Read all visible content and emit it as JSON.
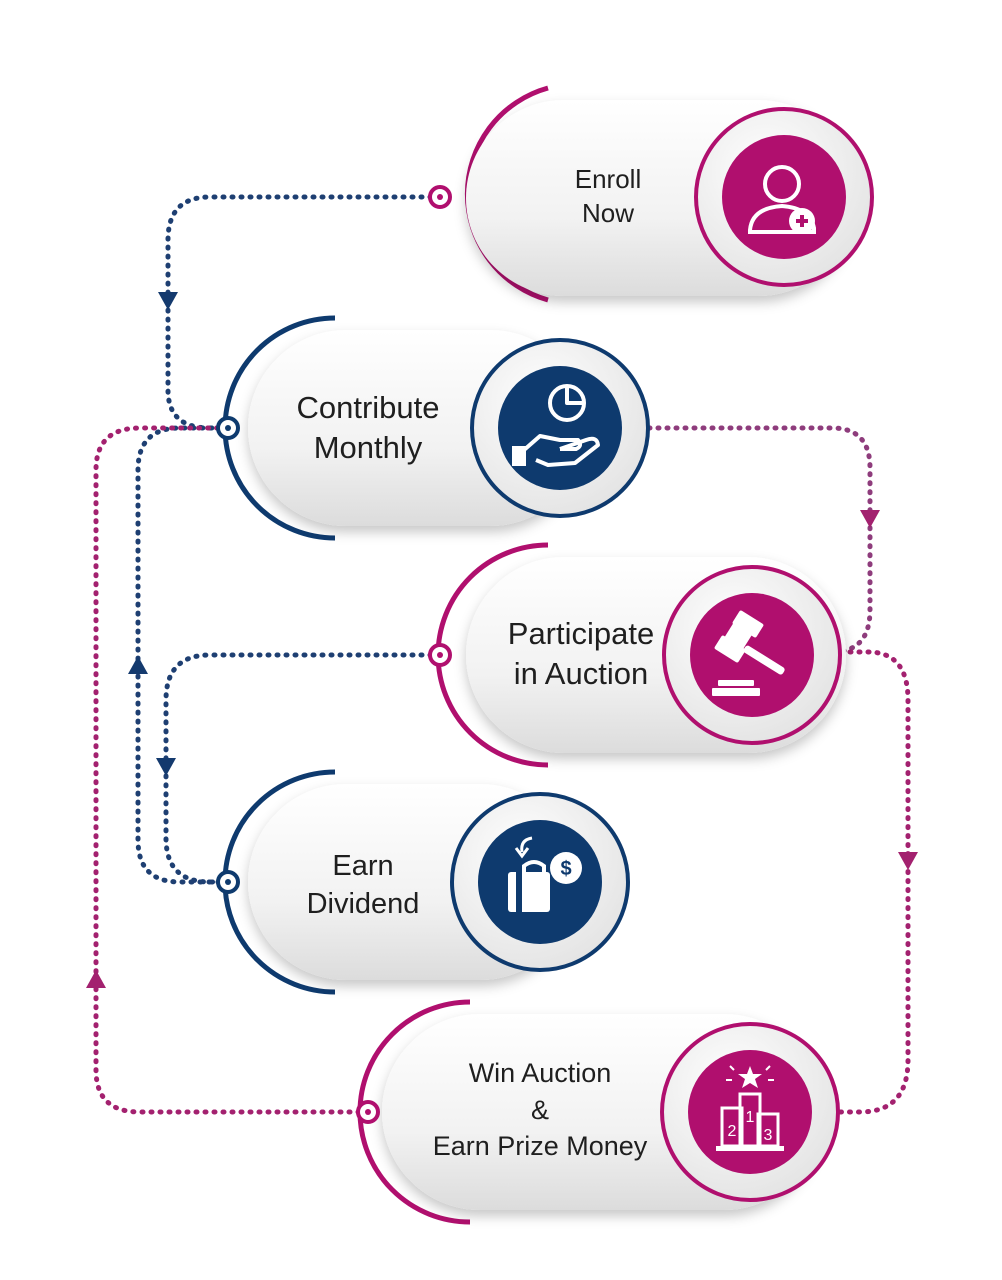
{
  "colors": {
    "magenta": "#b00f6e",
    "navy": "#0e3a6e",
    "pill_light": "#f4f4f4",
    "pill_shadow": "#bdbdbd"
  },
  "steps": [
    {
      "id": "enroll",
      "lines": [
        "Enroll",
        "Now"
      ],
      "icon": "user-add-icon",
      "color": "magenta"
    },
    {
      "id": "contribute",
      "lines": [
        "Contribute",
        "Monthly"
      ],
      "icon": "hand-pie-chart-icon",
      "color": "navy"
    },
    {
      "id": "auction",
      "lines": [
        "Participate",
        "in Auction"
      ],
      "icon": "gavel-icon",
      "color": "magenta"
    },
    {
      "id": "dividend",
      "lines": [
        "Earn",
        "Dividend"
      ],
      "icon": "bag-dollar-icon",
      "color": "navy"
    },
    {
      "id": "win",
      "lines": [
        "Win Auction",
        "&",
        "Earn Prize Money"
      ],
      "icon": "podium-icon",
      "color": "magenta"
    }
  ],
  "podium_numbers": [
    "2",
    "1",
    "3"
  ]
}
